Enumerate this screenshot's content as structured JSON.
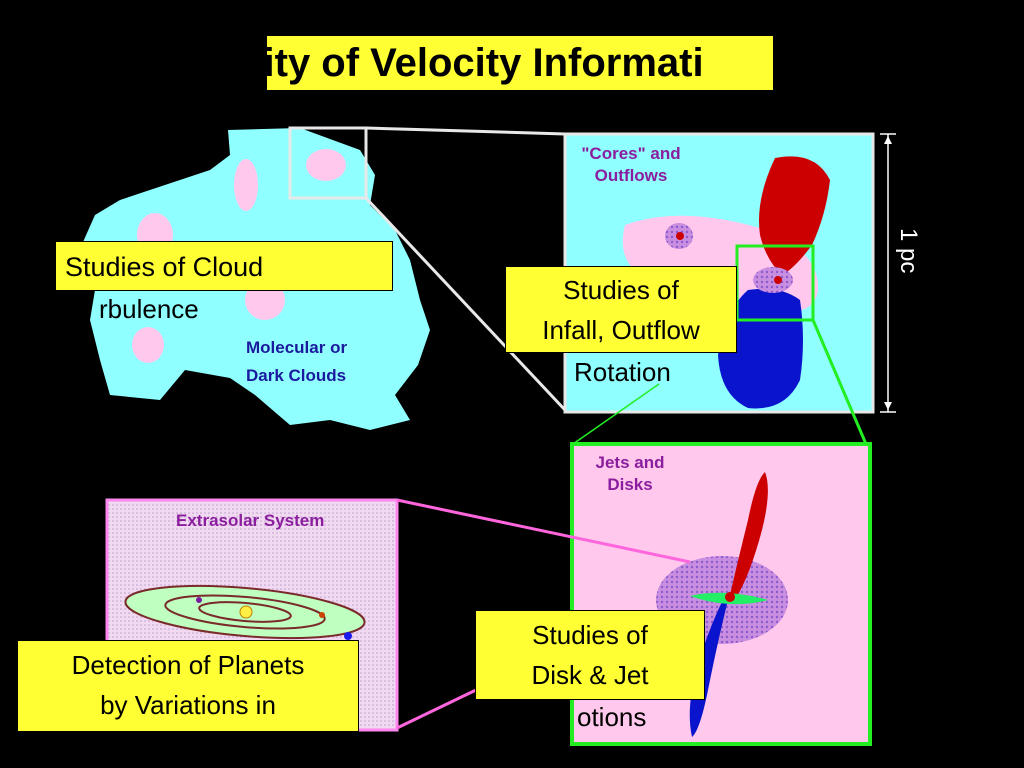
{
  "title": "lity of Velocity Informati",
  "cloud": {
    "label_line1": "Molecular or",
    "label_line2": "Dark Clouds",
    "study_label": "Studies of Cloud",
    "behind_text": "rbulence"
  },
  "cores_panel": {
    "label_line1": "\"Cores\" and",
    "label_line2": "Outflows",
    "study_line1": "Studies of",
    "study_line2": "Infall, Outflow",
    "behind_text": "Rotation",
    "scale_label": "1 pc"
  },
  "jets_panel": {
    "label_line1": "Jets and",
    "label_line2": "Disks",
    "study_line1": "Studies of",
    "study_line2": "Disk & Jet",
    "behind_text": "otions"
  },
  "extrasolar_panel": {
    "label": "Extrasolar System",
    "study_line1": "Detection of Planets",
    "study_line2": "by Variations in"
  },
  "colors": {
    "highlight": "#ffff33",
    "cloud": "#8fffff",
    "core": "#ffc8ec",
    "red_lobe": "#cc0000",
    "blue_lobe": "#0a14cc",
    "green_frame": "#22ee22",
    "pink_connector": "#ff66dd"
  }
}
